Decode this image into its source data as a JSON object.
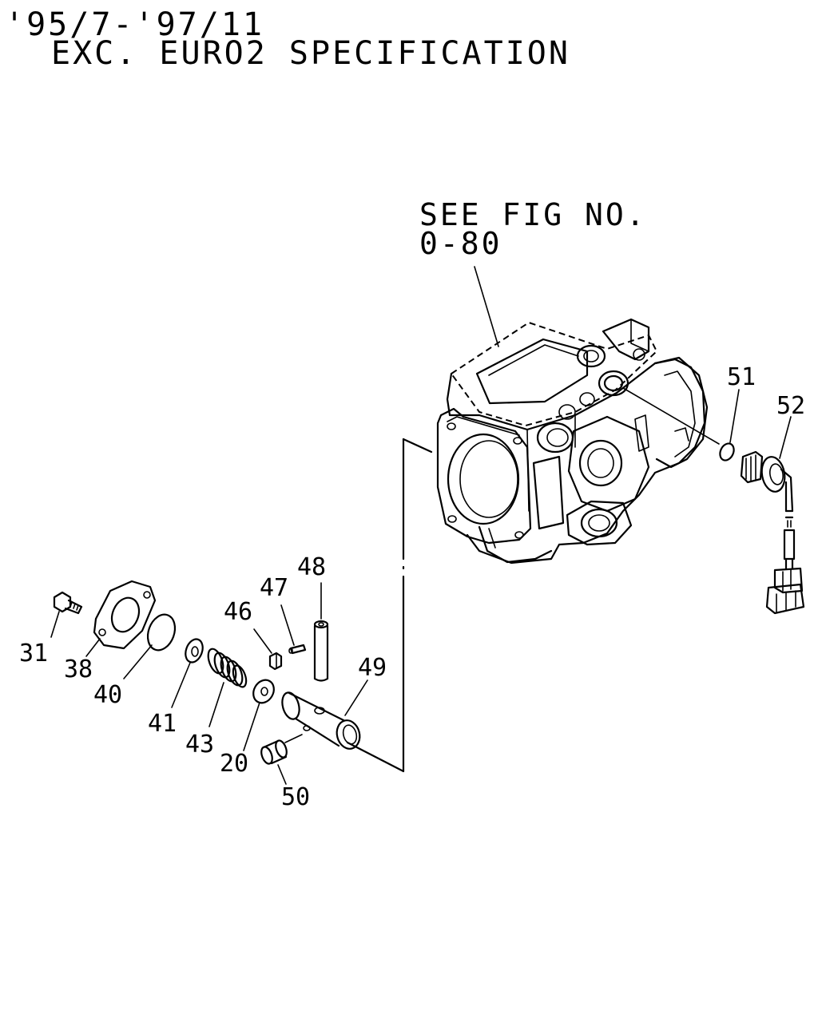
{
  "header": {
    "date_range": "'95/7-'97/11",
    "spec_note": "EXC. EURO2 SPECIFICATION"
  },
  "reference": {
    "line1": "SEE FIG NO.",
    "line2": "0-80"
  },
  "callouts": [
    {
      "id": "31",
      "label": "31"
    },
    {
      "id": "38",
      "label": "38"
    },
    {
      "id": "40",
      "label": "40"
    },
    {
      "id": "41",
      "label": "41"
    },
    {
      "id": "43",
      "label": "43"
    },
    {
      "id": "20",
      "label": "20"
    },
    {
      "id": "46",
      "label": "46"
    },
    {
      "id": "47",
      "label": "47"
    },
    {
      "id": "48",
      "label": "48"
    },
    {
      "id": "49",
      "label": "49"
    },
    {
      "id": "50",
      "label": "50"
    },
    {
      "id": "51",
      "label": "51"
    },
    {
      "id": "52",
      "label": "52"
    }
  ]
}
